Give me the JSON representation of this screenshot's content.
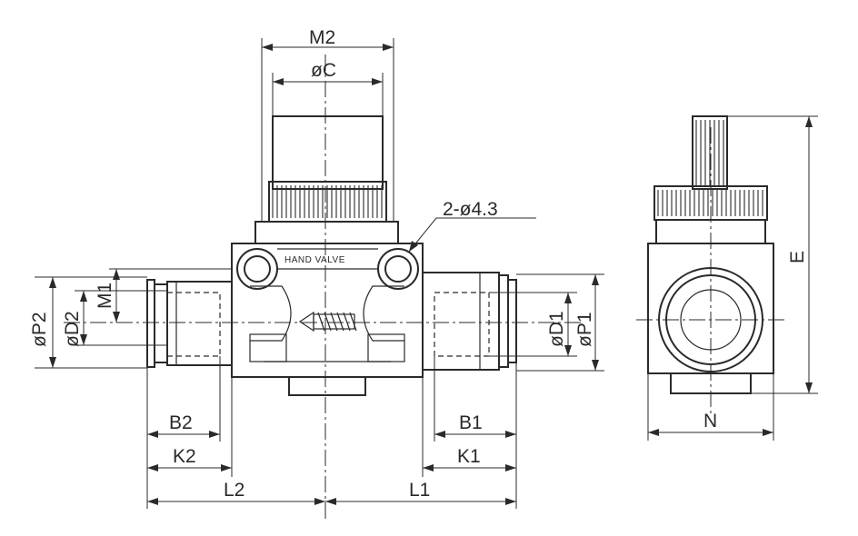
{
  "labels": {
    "m2": "M2",
    "phi_c": "øC",
    "holes": "2-ø4.3",
    "hand_valve": "HAND VALVE",
    "m1": "M1",
    "phi_p2": "øP2",
    "phi_d2": "øD2",
    "phi_d1": "øD1",
    "phi_p1": "øP1",
    "b2": "B2",
    "k2": "K2",
    "b1": "B1",
    "k1": "K1",
    "l2": "L2",
    "l1": "L1",
    "e": "E",
    "n": "N"
  }
}
